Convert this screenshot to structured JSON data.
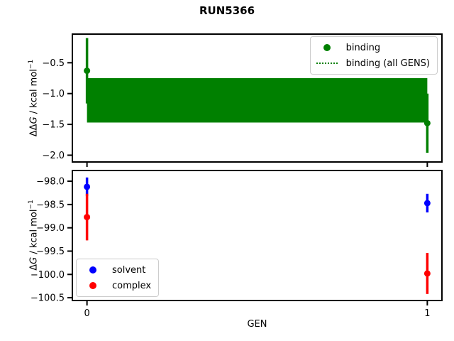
{
  "title": "RUN5366",
  "xlabel": "GEN",
  "colors": {
    "binding": "#008000",
    "solvent": "#0000ff",
    "complex": "#ff0000",
    "axes": "#000000",
    "legend_border": "#cccccc",
    "background": "#ffffff"
  },
  "chart_data": [
    {
      "type": "scatter",
      "name": "ddg-vs-gen",
      "ylabel": "ΔΔG / kcal mol⁻¹",
      "ylabel_parts": {
        "prefix": "ΔΔ",
        "variable": "G",
        "unit": " / kcal mol",
        "superscript": "−1"
      },
      "xlim": [
        -0.043,
        1.043
      ],
      "ylim": [
        -2.11,
        -0.035
      ],
      "xticks": [
        0,
        1
      ],
      "xticklabels": [
        "0",
        "1"
      ],
      "show_xticklabels": false,
      "yticks": [
        -0.5,
        -1.0,
        -1.5,
        -2.0
      ],
      "yticklabels": [
        "−0.5",
        "−1.0",
        "−1.5",
        "−2.0"
      ],
      "grid": false,
      "series": [
        {
          "name": "binding",
          "color": "#008000",
          "marker": "circle",
          "x": [
            0,
            1
          ],
          "y": [
            -0.63,
            -1.48
          ],
          "yerr": [
            0.53,
            0.48
          ]
        }
      ],
      "band": {
        "name": "binding (all GENS)",
        "color": "#008000",
        "linestyle": "dotted",
        "x_from": 0,
        "x_to": 1,
        "y_center": -1.11,
        "y_top": -0.75,
        "y_bottom": -1.47
      },
      "legend": {
        "position": "upper right",
        "entries": [
          {
            "label": "binding",
            "swatch": "dot",
            "color": "#008000"
          },
          {
            "label": "binding (all GENS)",
            "swatch": "dotted-line",
            "color": "#008000"
          }
        ]
      }
    },
    {
      "type": "scatter",
      "name": "dg-vs-gen",
      "xlabel": "GEN",
      "ylabel": "ΔG / kcal mol⁻¹",
      "ylabel_parts": {
        "prefix": "Δ",
        "variable": "G",
        "unit": " / kcal mol",
        "superscript": "−1"
      },
      "xlim": [
        -0.043,
        1.043
      ],
      "ylim": [
        -100.56,
        -97.77
      ],
      "xticks": [
        0,
        1
      ],
      "xticklabels": [
        "0",
        "1"
      ],
      "show_xticklabels": true,
      "yticks": [
        -98.0,
        -98.5,
        -99.0,
        -99.5,
        -100.0,
        -100.5
      ],
      "yticklabels": [
        "−98.0",
        "−98.5",
        "−99.0",
        "−99.5",
        "−100.0",
        "−100.5"
      ],
      "grid": false,
      "series": [
        {
          "name": "solvent",
          "color": "#0000ff",
          "marker": "circle",
          "x": [
            0,
            1
          ],
          "y": [
            -98.12,
            -98.47
          ],
          "yerr": [
            0.2,
            0.2
          ]
        },
        {
          "name": "complex",
          "color": "#ff0000",
          "marker": "circle",
          "x": [
            0,
            1
          ],
          "y": [
            -98.77,
            -99.98
          ],
          "yerr": [
            0.5,
            0.44
          ]
        }
      ],
      "legend": {
        "position": "lower left",
        "entries": [
          {
            "label": "solvent",
            "swatch": "dot",
            "color": "#0000ff"
          },
          {
            "label": "complex",
            "swatch": "dot",
            "color": "#ff0000"
          }
        ]
      }
    }
  ]
}
